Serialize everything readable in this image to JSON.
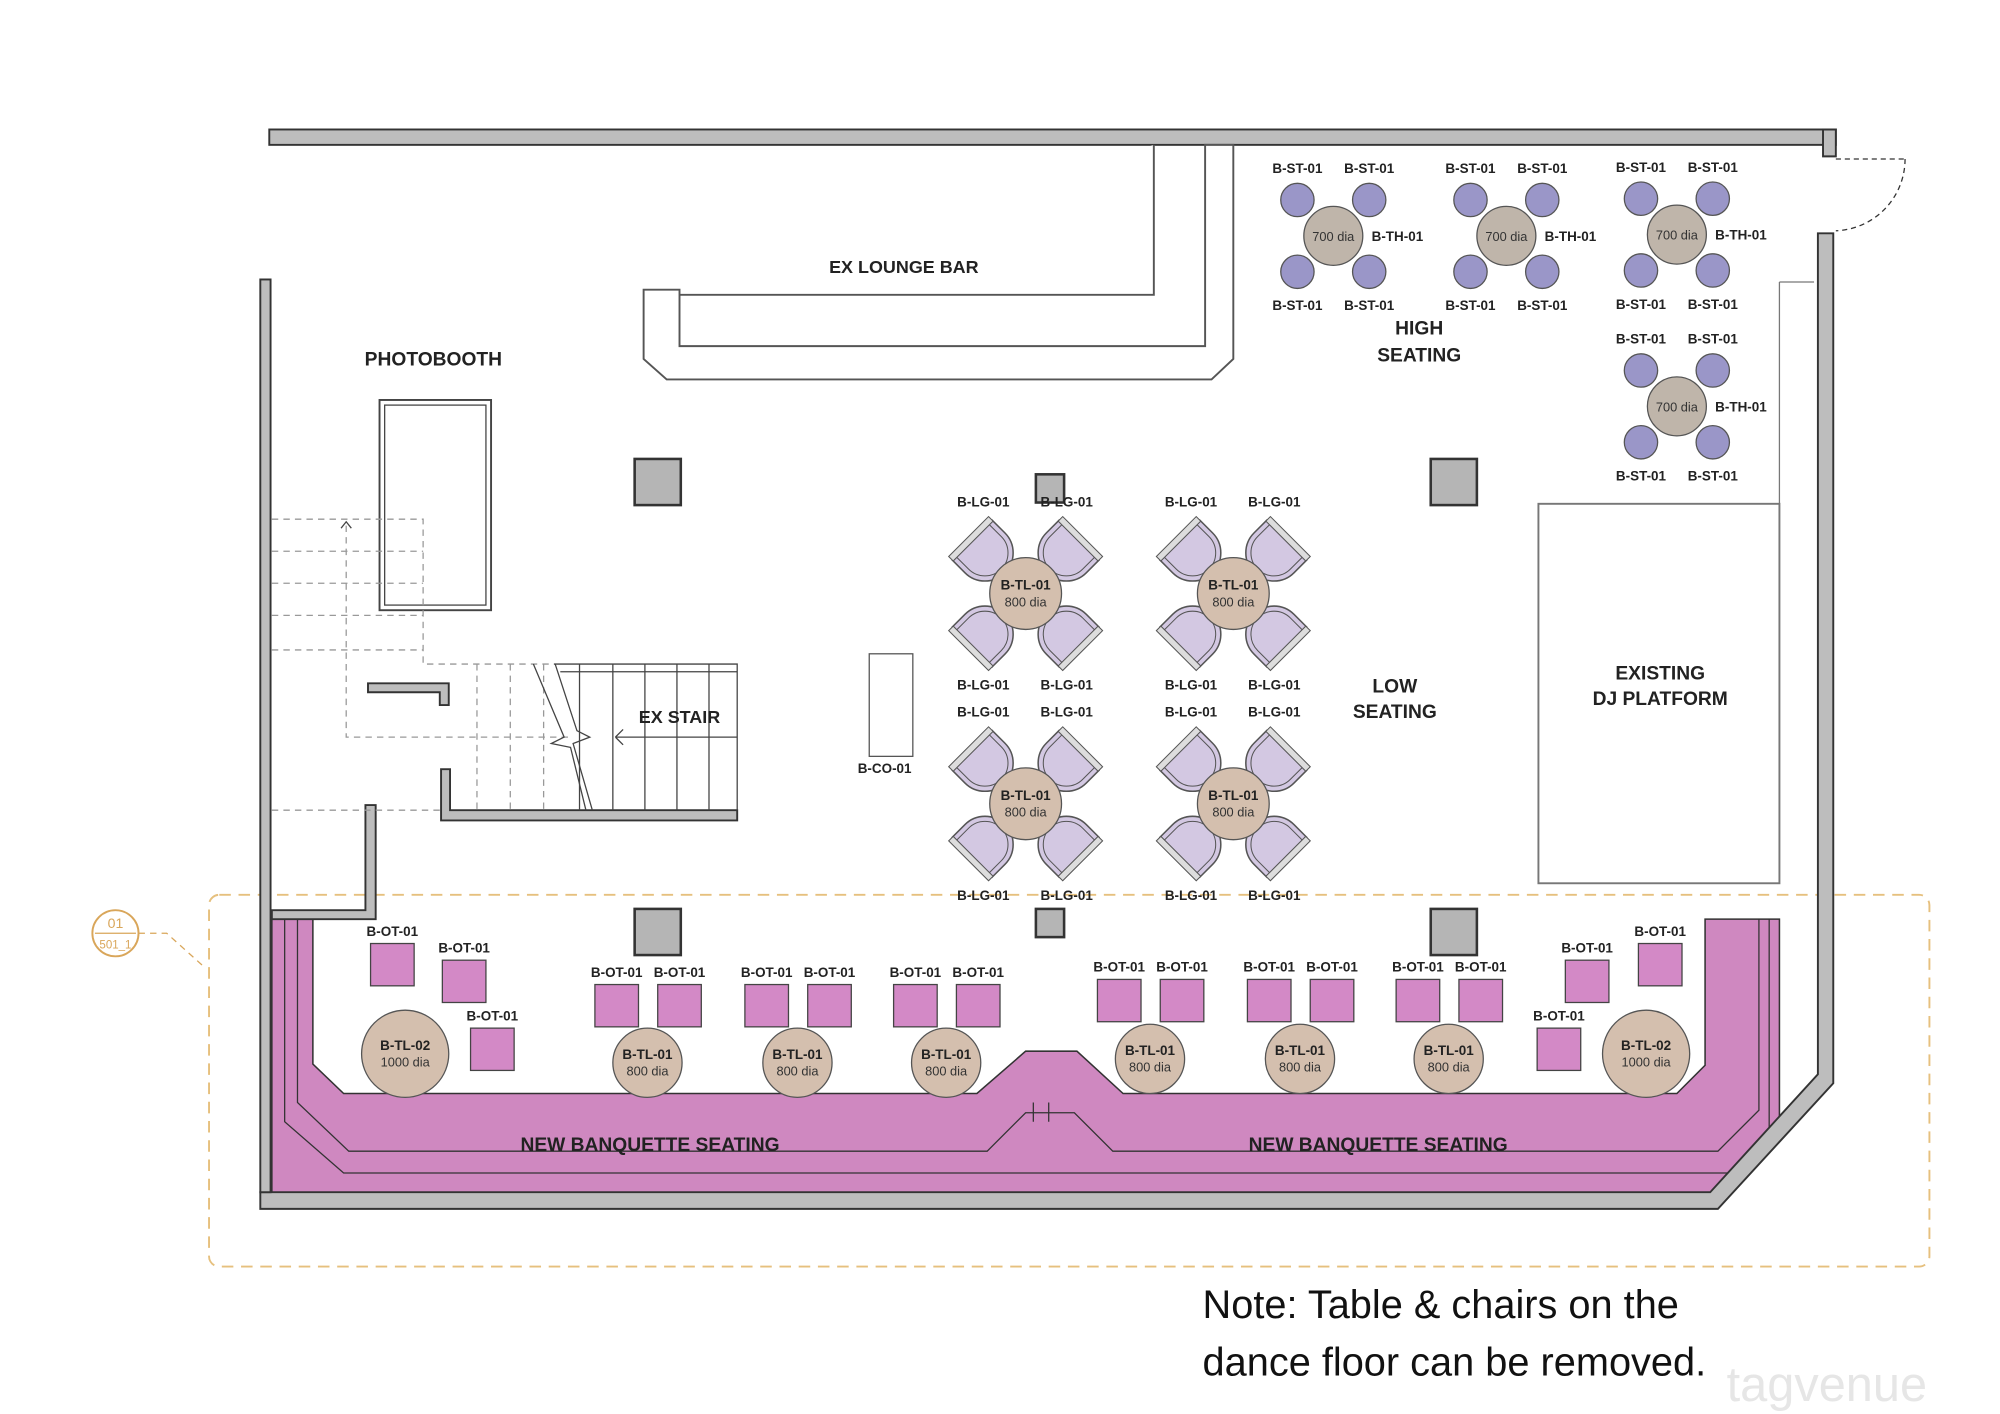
{
  "colors": {
    "wall": "#bdbdbd",
    "banquette": "#cf88c0",
    "ottoman": "#d389c6",
    "table": "#d4bfae",
    "high_table": "#bfb5aa",
    "stool": "#9a96c8",
    "lounge_chair": "#d3c8e2",
    "column": "#b5b5b5",
    "boundary": "#e6c07e"
  },
  "labels": {
    "photobooth": "PHOTOBOOTH",
    "lounge_bar": "EX LOUNGE BAR",
    "high_seating": [
      "HIGH",
      "SEATING"
    ],
    "low_seating": [
      "LOW",
      "SEATING"
    ],
    "dj_platform": [
      "EXISTING",
      "DJ PLATFORM"
    ],
    "stair": "EX STAIR",
    "banquette_left": "NEW BANQUETTE SEATING",
    "banquette_right": "NEW BANQUETTE SEATING",
    "console": "B-CO-01"
  },
  "section_marker": {
    "number": "01",
    "ref": "501_1"
  },
  "high_tables": [
    {
      "size": "700 dia",
      "code": "B-TH-01",
      "stool": "B-ST-01"
    },
    {
      "size": "700 dia",
      "code": "B-TH-01",
      "stool": "B-ST-01"
    },
    {
      "size": "700 dia",
      "code": "B-TH-01",
      "stool": "B-ST-01"
    },
    {
      "size": "700 dia",
      "code": "B-TH-01",
      "stool": "B-ST-01"
    }
  ],
  "low_tables": [
    {
      "code": "B-TL-01",
      "size": "800 dia",
      "chair": "B-LG-01"
    },
    {
      "code": "B-TL-01",
      "size": "800 dia",
      "chair": "B-LG-01"
    },
    {
      "code": "B-TL-01",
      "size": "800 dia",
      "chair": "B-LG-01"
    },
    {
      "code": "B-TL-01",
      "size": "800 dia",
      "chair": "B-LG-01"
    }
  ],
  "banquette_tables": [
    {
      "code": "B-TL-02",
      "size": "1000 dia"
    },
    {
      "code": "B-TL-01",
      "size": "800 dia"
    },
    {
      "code": "B-TL-01",
      "size": "800 dia"
    },
    {
      "code": "B-TL-01",
      "size": "800 dia"
    },
    {
      "code": "B-TL-01",
      "size": "800 dia"
    },
    {
      "code": "B-TL-01",
      "size": "800 dia"
    },
    {
      "code": "B-TL-01",
      "size": "800 dia"
    },
    {
      "code": "B-TL-02",
      "size": "1000 dia"
    }
  ],
  "ottoman_label": "B-OT-01",
  "ottoman_count": 18,
  "note": [
    "Note: Table & chairs on the",
    "dance floor can be removed."
  ],
  "watermark": "tagvenue"
}
